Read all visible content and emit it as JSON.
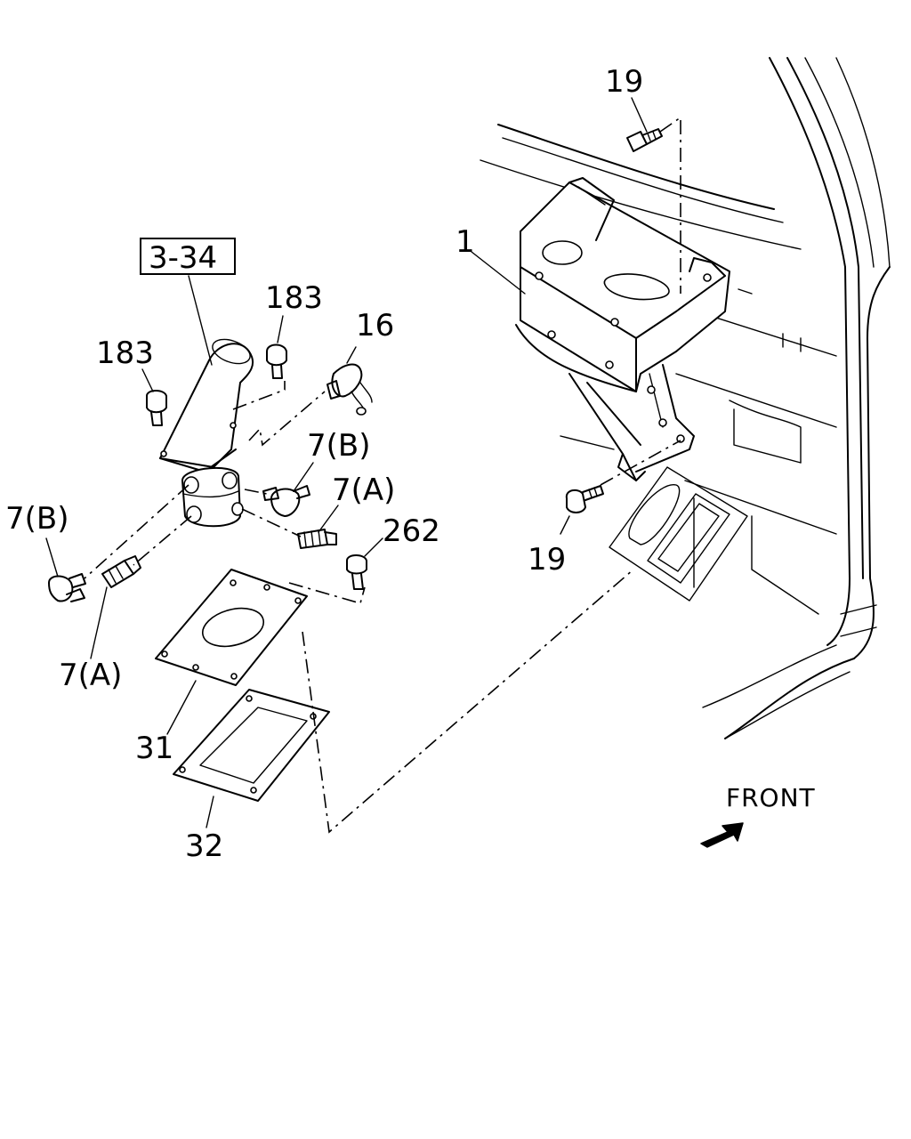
{
  "labels": {
    "p19_top": "19",
    "p1": "1",
    "p19_bottom": "19",
    "ref_box": "3-34",
    "p183_right": "183",
    "p183_left": "183",
    "p16": "16",
    "p7b_right": "7(B)",
    "p7a_right": "7(A)",
    "p262": "262",
    "p7b_left": "7(B)",
    "p7a_left": "7(A)",
    "p31": "31",
    "p32": "32",
    "front": "FRONT"
  },
  "icons": {
    "front_arrow": "front-direction-arrow-icon"
  }
}
